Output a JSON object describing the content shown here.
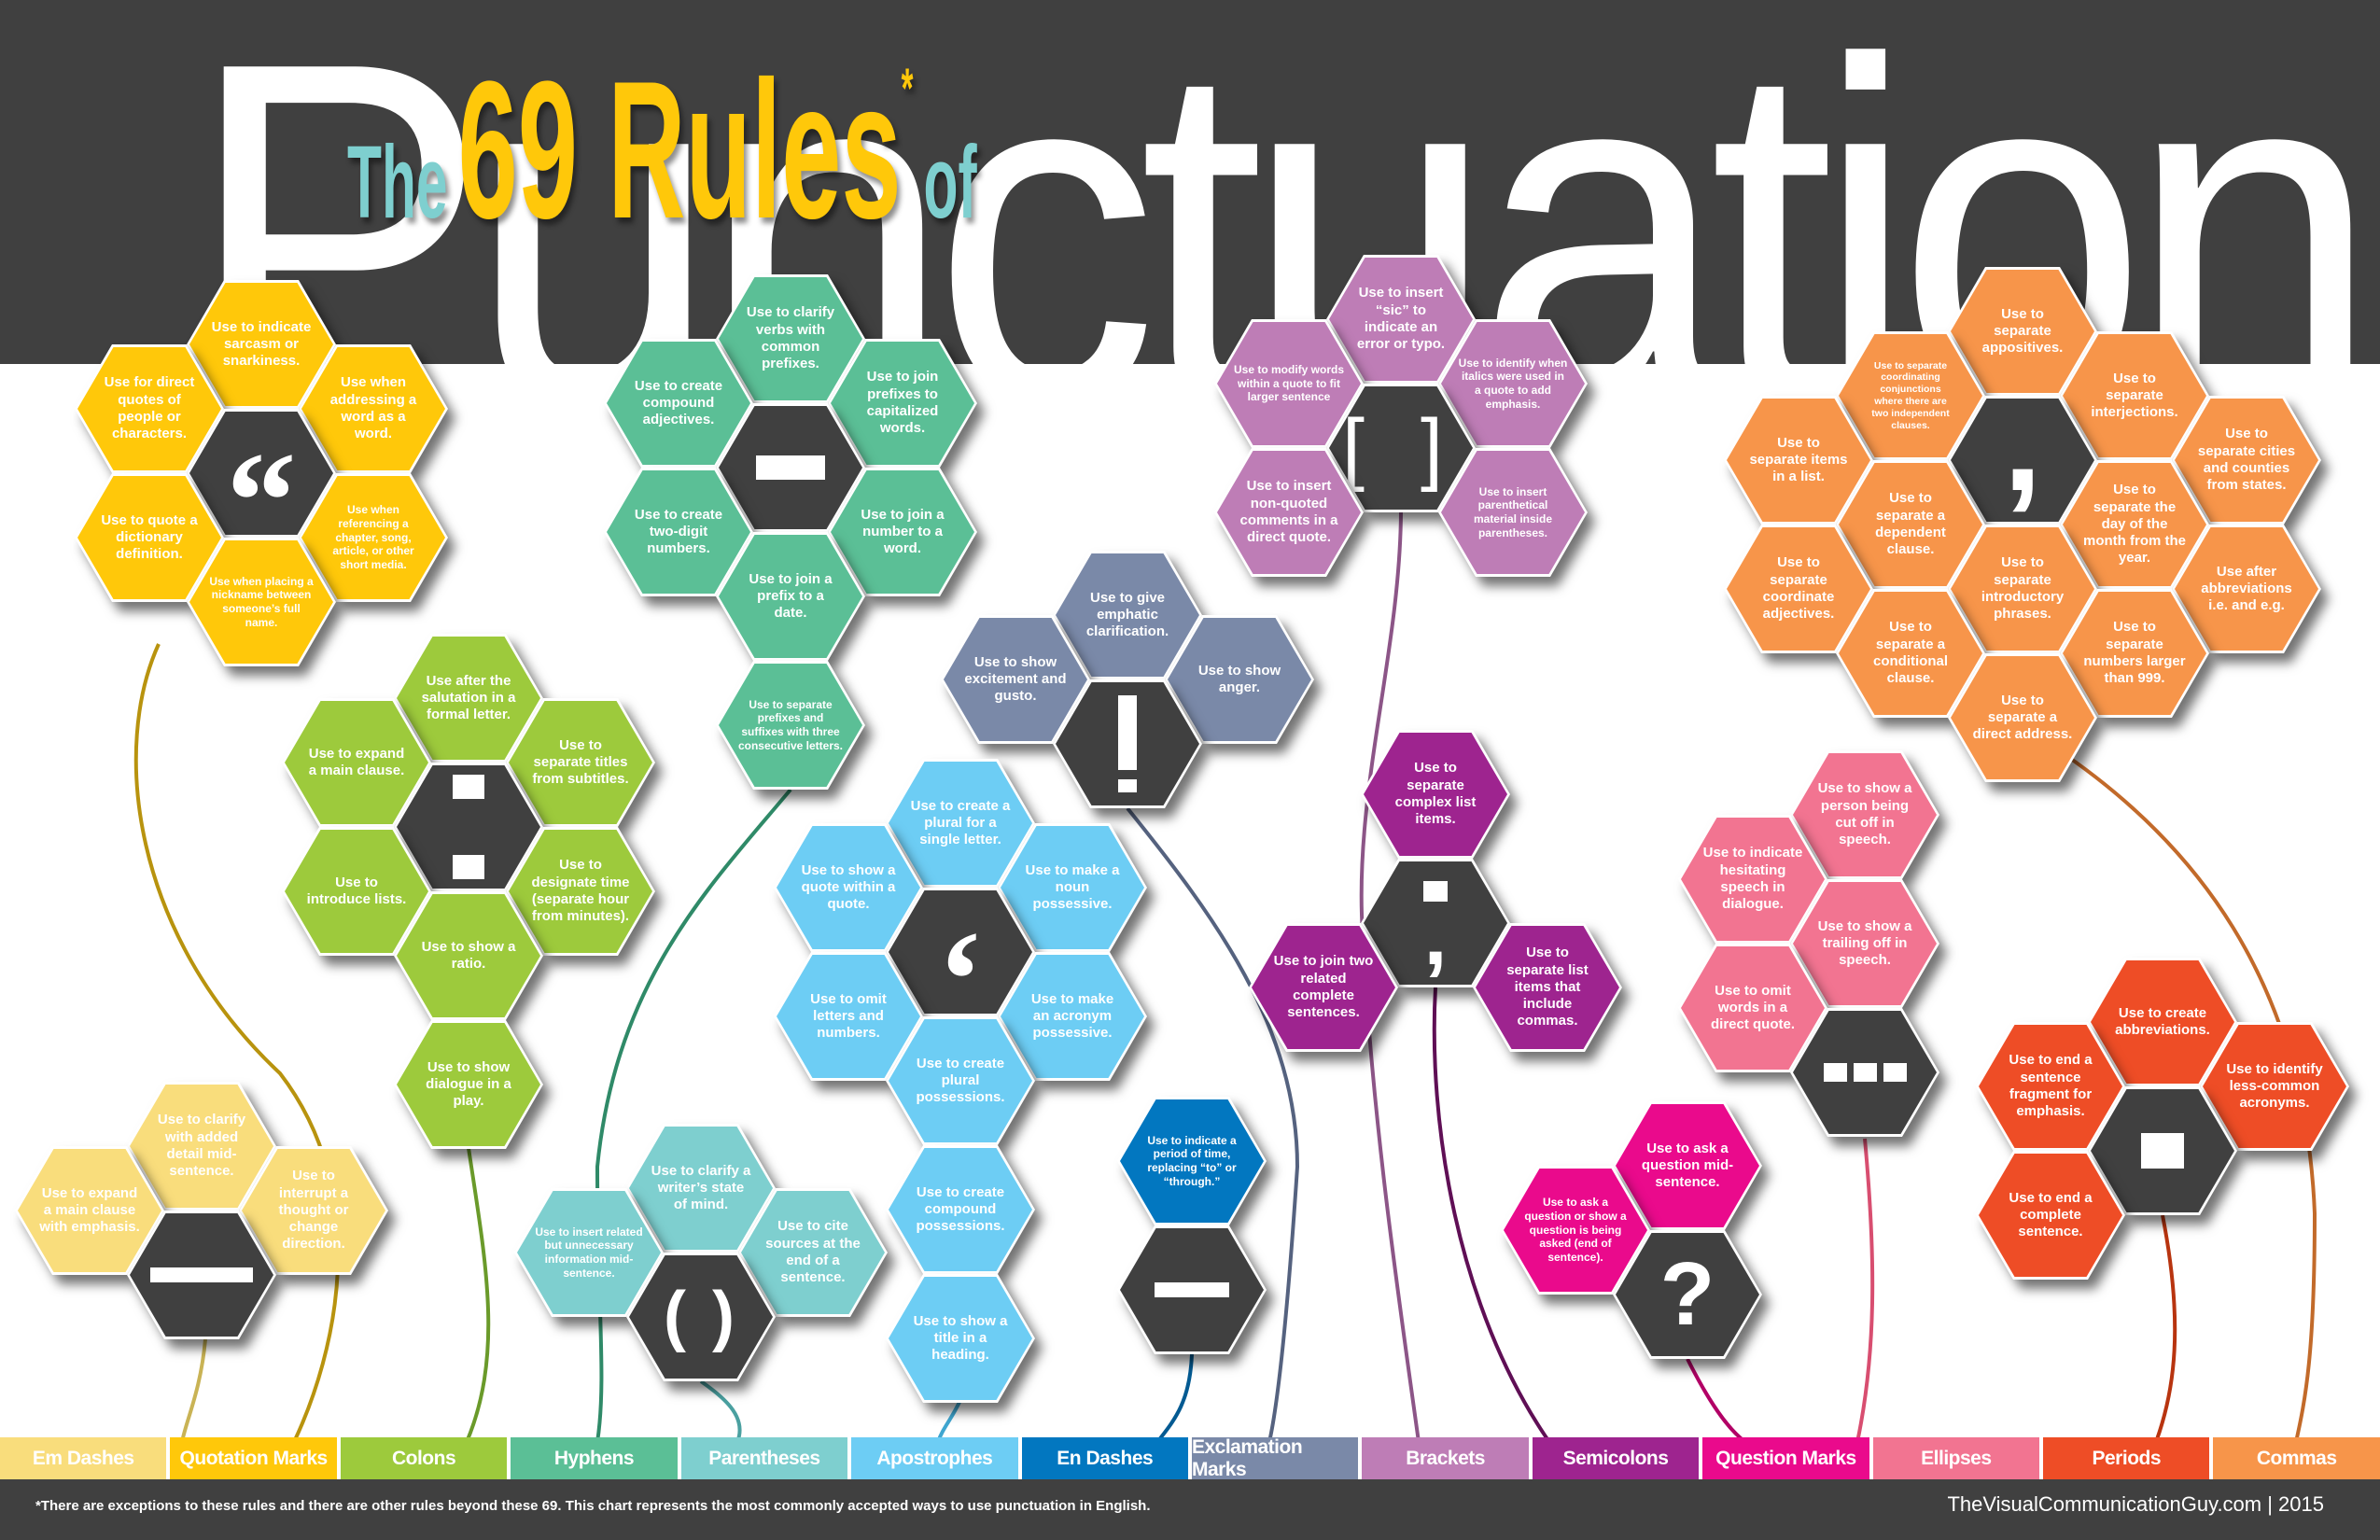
{
  "header": {
    "big_word": "Punctuation",
    "title_the": "The",
    "title_number_rules": "69 Rules",
    "title_asterisk": "*",
    "title_of": "of"
  },
  "colors": {
    "background_dark": "#404040",
    "center_hex": "#404040",
    "em_dashes": "#f9dd7c",
    "quotation_marks": "#ffc80a",
    "colons": "#9dca3c",
    "hyphens": "#5bbf96",
    "parentheses": "#7ecfcf",
    "apostrophes": "#6dcdf4",
    "en_dashes": "#0277c0",
    "exclamation_marks": "#7a89a8",
    "brackets": "#be7db6",
    "semicolons": "#9e248f",
    "question_marks": "#ea0a8c",
    "ellipses": "#f27491",
    "periods": "#ee4d26",
    "commas": "#f7954a"
  },
  "clusters": {
    "quotation_marks": {
      "glyph": "“",
      "rules": [
        "Use to indicate sarcasm or snarkiness.",
        "Use for direct quotes of people or characters.",
        "Use when addressing a word as a word.",
        "Use to quote a dictionary definition.",
        "Use when referencing a chapter, song, article, or other short media.",
        "Use when placing a nickname between someone’s full name."
      ]
    },
    "hyphens": {
      "glyph": "-",
      "rules": [
        "Use to clarify verbs with common prefixes.",
        "Use to create compound adjectives.",
        "Use to join prefixes to capitalized words.",
        "Use to create two-digit numbers.",
        "Use to join a number to a word.",
        "Use to join a prefix to a date.",
        "Use to separate prefixes and suffixes with three consecutive letters."
      ]
    },
    "brackets": {
      "glyph": "[ ]",
      "rules": [
        "Use to insert “sic” to indicate an error or typo.",
        "Use to modify words within a quote to fit larger sentence",
        "Use to identify when italics were used in a quote to add emphasis.",
        "Use to insert non-quoted comments in a direct quote.",
        "Use to insert parenthetical material inside parentheses."
      ]
    },
    "commas": {
      "glyph": ",",
      "rules": [
        "Use to separate appositives.",
        "Use to separate coordinating conjunctions where there are two independent clauses.",
        "Use to separate interjections.",
        "Use to separate items in a list.",
        "Use to separate cities and counties from states.",
        "Use to separate a dependent clause.",
        "Use to separate the day of the month from the year.",
        "Use to separate coordinate adjectives.",
        "Use to separate introductory phrases.",
        "Use after abbreviations i.e. and e.g.",
        "Use to separate a conditional clause.",
        "Use to separate numbers larger than 999.",
        "Use to separate a direct address."
      ]
    },
    "colons": {
      "glyph": ":",
      "rules": [
        "Use after the salutation in a formal letter.",
        "Use to expand a main clause.",
        "Use to separate titles from subtitles.",
        "Use to introduce lists.",
        "Use to designate time (separate hour from minutes).",
        "Use to show a ratio.",
        "Use to show dialogue in a play."
      ]
    },
    "exclamation_marks": {
      "glyph": "!",
      "rules": [
        "Use to give emphatic clarification.",
        "Use to show excitement and gusto.",
        "Use to show anger."
      ]
    },
    "apostrophes": {
      "glyph": "‘",
      "rules": [
        "Use to create a plural for a single letter.",
        "Use to show a quote within a quote.",
        "Use to make a noun possessive.",
        "Use to omit letters and numbers.",
        "Use to make an acronym possessive.",
        "Use to create plural possessions.",
        "Use to create compound possessions.",
        "Use to show a title in a heading."
      ]
    },
    "em_dashes": {
      "glyph": "—",
      "rules": [
        "Use to clarify with added detail mid-sentence.",
        "Use to expand a main clause with emphasis.",
        "Use to interrupt a thought or change direction."
      ]
    },
    "parentheses": {
      "glyph": "( )",
      "rules": [
        "Use to clarify a writer’s state of mind.",
        "Use to insert related but unnecessary information mid-sentence.",
        "Use to cite sources at the end of a sentence."
      ]
    },
    "en_dashes": {
      "glyph": "–",
      "rules": [
        "Use to indicate a period of time, replacing “to” or “through.”"
      ]
    },
    "semicolons": {
      "glyph": ";",
      "rules": [
        "Use to separate complex list items.",
        "Use to join two related complete sentences.",
        "Use to separate list items that include commas."
      ]
    },
    "ellipses": {
      "glyph": "...",
      "rules": [
        "Use to show a person being cut off in speech.",
        "Use to indicate hesitating speech in dialogue.",
        "Use to show a trailing off in speech.",
        "Use to omit words in a direct quote."
      ]
    },
    "question_marks": {
      "glyph": "?",
      "rules": [
        "Use to ask a question mid-sentence.",
        "Use to ask a question or show a question is being asked (end of sentence)."
      ]
    },
    "periods": {
      "glyph": ".",
      "rules": [
        "Use to create abbreviations.",
        "Use to end a sentence fragment for emphasis.",
        "Use to identify less-common acronyms.",
        "Use to end a complete sentence."
      ]
    }
  },
  "legend": [
    {
      "label": "Em Dashes",
      "color": "#f9dd7c"
    },
    {
      "label": "Quotation Marks",
      "color": "#ffc80a"
    },
    {
      "label": "Colons",
      "color": "#9dca3c"
    },
    {
      "label": "Hyphens",
      "color": "#5bbf96"
    },
    {
      "label": "Parentheses",
      "color": "#7ecfcf"
    },
    {
      "label": "Apostrophes",
      "color": "#6dcdf4"
    },
    {
      "label": "En Dashes",
      "color": "#0277c0"
    },
    {
      "label": "Exclamation Marks",
      "color": "#7a89a8"
    },
    {
      "label": "Brackets",
      "color": "#be7db6"
    },
    {
      "label": "Semicolons",
      "color": "#9e248f"
    },
    {
      "label": "Question Marks",
      "color": "#ea0a8c"
    },
    {
      "label": "Ellipses",
      "color": "#f27491"
    },
    {
      "label": "Periods",
      "color": "#ee4d26"
    },
    {
      "label": "Commas",
      "color": "#f7954a"
    }
  ],
  "footer": {
    "footnote": "*There are exceptions to these rules and there are other rules beyond these 69. This chart represents the most commonly accepted ways to use punctuation in English.",
    "credit": "TheVisualCommunicationGuy.com | 2015"
  }
}
